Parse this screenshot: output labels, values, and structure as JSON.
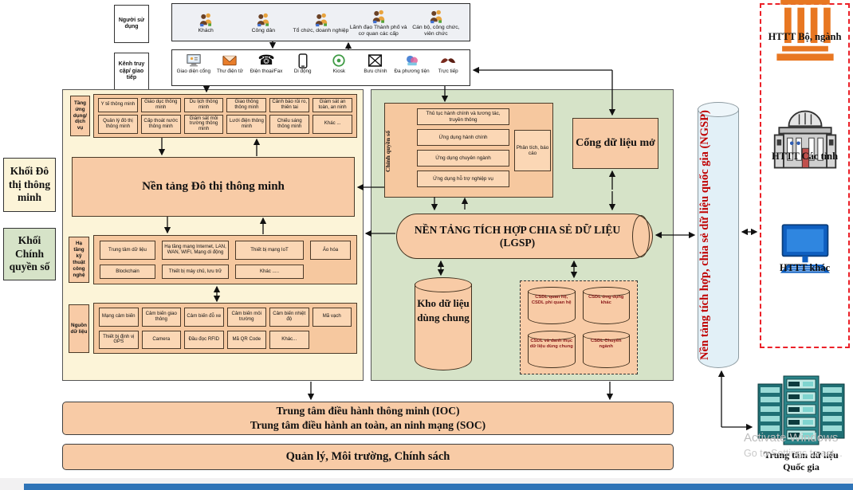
{
  "users": {
    "label": "Người sử dụng",
    "items": [
      "Khách",
      "Công dân",
      "Tổ chức, doanh nghiệp",
      "Lãnh đạo Thành phố và cơ quan các cấp",
      "Cán bộ, công chức, viên chức"
    ]
  },
  "channels": {
    "label": "Kênh truy cập/ giao tiếp",
    "items": [
      {
        "icon": "portal-icon",
        "label": "Giao diện cổng"
      },
      {
        "icon": "email-icon",
        "label": "Thư điện tử"
      },
      {
        "icon": "phone-fax-icon",
        "label": "Điện thoại/Fax"
      },
      {
        "icon": "mobile-icon",
        "label": "Di động"
      },
      {
        "icon": "kiosk-icon",
        "label": "Kiosk"
      },
      {
        "icon": "postal-icon",
        "label": "Bưu chính"
      },
      {
        "icon": "multimedia-icon",
        "label": "Đa phương tiện"
      },
      {
        "icon": "in-person-icon",
        "label": "Trực tiếp"
      }
    ]
  },
  "smart_city": {
    "side_label": "Khối Đô thị thông minh",
    "app_layer": {
      "label": "Tầng ứng dụng/ dịch vụ",
      "row1": [
        "Y tế thông minh",
        "Giáo dục thông minh",
        "Du lịch thông minh",
        "Giao thông thông minh",
        "Cảnh báo rủi ro, thiên tai",
        "Giám sát an toàn, an ninh"
      ],
      "row2": [
        "Quản lý đô thị thông minh",
        "Cấp thoát nước thông minh",
        "Giám sát môi trường thông minh",
        "Lưới điện thông minh",
        "Chiếu sáng thông minh",
        "Khác ..."
      ]
    },
    "platform": "Nền tảng Đô thị thông minh",
    "infra_layer": {
      "label": "Hạ tầng kỹ thuật công nghệ",
      "row1": [
        "Trung tâm dữ liệu",
        "Hạ tầng mạng Internet, LAN, WAN, WIFI, Mạng di động",
        "Thiết bị mạng IoT",
        "Ảo hóa"
      ],
      "row2": [
        "Blockchain",
        "Thiết bị máy chủ, lưu trữ",
        "Khác ....."
      ]
    },
    "data_layer": {
      "label": "Nguồn dữ liệu",
      "row1": [
        "Mạng cảm biến",
        "Cảm biến giao thông",
        "Cảm biến đỗ xe",
        "Cảm biến môi trường",
        "Cảm biến nhiệt độ",
        "Mã vạch"
      ],
      "row2": [
        "Thiết bị định vị GPS",
        "Camera",
        "Đầu đọc RFID",
        "Mã QR Code",
        "Khác..."
      ]
    }
  },
  "digital_gov": {
    "side_label": "Khối Chính quyền số",
    "gov_box": {
      "label": "Chính quyền số",
      "apps": [
        "Thủ tục hành chính và tương tác, truyền thông",
        "Ứng dụng hành chính",
        "Ứng dụng chuyên ngành",
        "Ứng dụng hỗ trợ nghiệp vụ"
      ],
      "side_box": "Phân tích, báo cáo"
    },
    "open_data_portal": "Cổng dữ liệu mở",
    "lgsp": "NỀN TẢNG TÍCH HỢP CHIA SẺ DỮ LIỆU (LGSP)",
    "warehouse": "Kho dữ liệu dùng chung",
    "csdl": [
      "CSDL quan hệ, CSDL phi quan hệ",
      "CSDL ứng dụng khác",
      "CSDL và danh mục dữ liệu dùng chung",
      "CSDL Chuyên ngành"
    ]
  },
  "ngsp": "Nền tảng tích hợp, chia sẻ dữ liệu quốc gia (NGSP)",
  "external": {
    "items": [
      {
        "icon": "bank-icon",
        "label": "HTTT Bộ, ngành"
      },
      {
        "icon": "government-building-icon",
        "label": "HTTT Các tỉnh"
      },
      {
        "icon": "computer-icon",
        "label": "HTTT khác"
      }
    ]
  },
  "national_dc": {
    "icon": "server-rack-icon",
    "label": "Trung tâm dữ liệu Quốc gia"
  },
  "bottom_bars": {
    "ioc": "Trung tâm điều hành thông minh (IOC)",
    "soc": "Trung tâm điều hành an toàn, an ninh mạng (SOC)",
    "policy": "Quản lý, Môi trường, Chính sách"
  },
  "watermark": {
    "line1": "Activate Windows",
    "line2": "Go to Settings to act..."
  },
  "colors": {
    "box_orange": "#f8cba6",
    "block_yellow": "#fcf4d8",
    "block_green": "#d6e3c8",
    "ngsp_fill": "#e2f0f7",
    "ngsp_text": "#c00000",
    "dashed_red": "#ec2028",
    "bottom_bar_blue": "#2f74b7"
  }
}
